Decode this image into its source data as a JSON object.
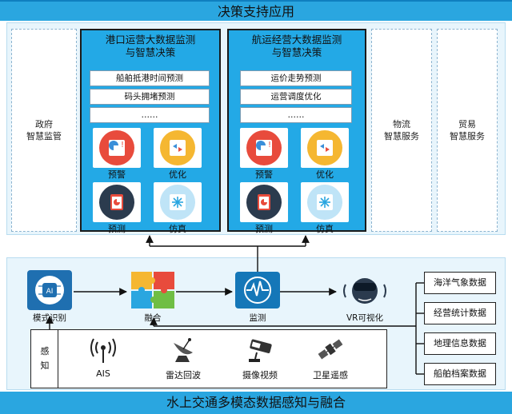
{
  "header": {
    "title": "决策支持应用"
  },
  "footer": {
    "title": "水上交通多模态数据感知与融合"
  },
  "side_boxes": {
    "government": [
      "政府",
      "智慧监管"
    ],
    "logistics": [
      "物流",
      "智慧服务"
    ],
    "trade": [
      "贸易",
      "智慧服务"
    ]
  },
  "port_panel": {
    "title": [
      "港口运营大数据监测",
      "与智慧决策"
    ],
    "rows": [
      "船舶抵港时间预测",
      "码头拥堵预测",
      "……"
    ],
    "tiles": [
      "预警",
      "优化",
      "预测",
      "仿真"
    ]
  },
  "shipping_panel": {
    "title": [
      "航运经营大数据监测",
      "与智慧决策"
    ],
    "rows": [
      "运价走势预测",
      "运营调度优化",
      "……"
    ],
    "tiles": [
      "预警",
      "优化",
      "预测",
      "仿真"
    ]
  },
  "flow": {
    "recognition": "模式识别",
    "fusion": "融合",
    "monitoring": "监测",
    "vr": "VR可视化"
  },
  "sources": [
    "海洋气象数据",
    "经营统计数据",
    "地理信息数据",
    "船舶档案数据"
  ],
  "sensing": {
    "label": [
      "感",
      "知"
    ],
    "items": [
      "AIS",
      "雷达回波",
      "摄像视频",
      "卫星遥感"
    ]
  },
  "colors": {
    "accent": "#2aa6e0",
    "panel": "#23a9e6",
    "area": "#e8f5fc"
  }
}
